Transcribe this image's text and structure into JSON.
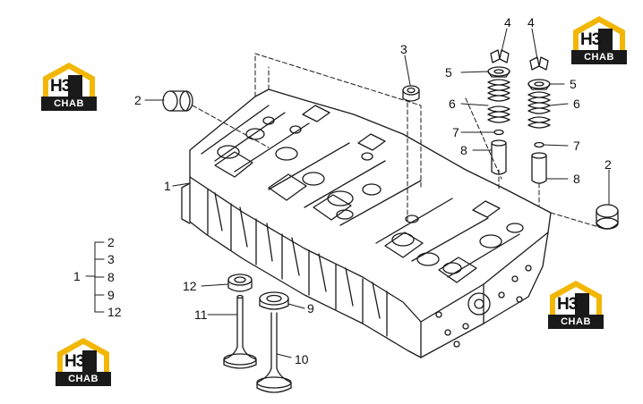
{
  "diagram": {
    "callouts": {
      "c1_main": "1",
      "c2_left": "2",
      "c2_right": "2",
      "c3_top": "3",
      "c4_left": "4",
      "c4_right": "4",
      "c5_left": "5",
      "c5_right": "5",
      "c6_left": "6",
      "c6_right": "6",
      "c7_left": "7",
      "c7_right": "7",
      "c8_left": "8",
      "c8_right": "8",
      "c9": "9",
      "c10": "10",
      "c11": "11",
      "c12": "12"
    },
    "legend": {
      "parent": "1",
      "children": [
        "2",
        "3",
        "8",
        "9",
        "12"
      ]
    }
  },
  "watermark": {
    "logo_text": "H3",
    "logo_subtext": "CHAB",
    "brand_color": "#f2b705"
  }
}
